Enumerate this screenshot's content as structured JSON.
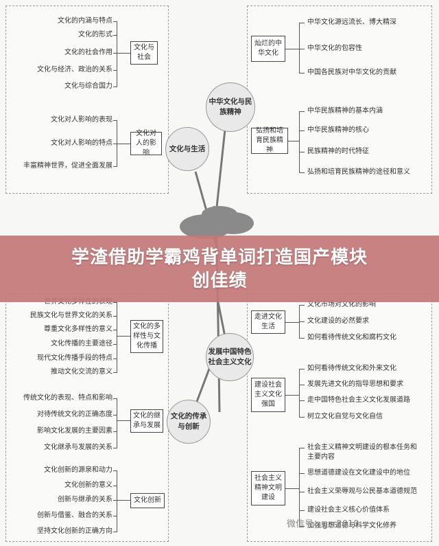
{
  "banner": {
    "line1": "学渣借助学霸鸡背单词打造国产模块",
    "line2": "创佳绩"
  },
  "watermark": "微信号：gzr2010",
  "centers": {
    "culture_life": "文化与生活",
    "chinese_culture": "中华文化与民族精神",
    "socialist_culture": "发展中国特色社会主义文化",
    "inherit_innovate": "文化的传承与创新"
  },
  "top_left": {
    "nodes": [
      {
        "label": "文化与社会",
        "leaves": [
          "文化的内涵与特点",
          "文化的形式",
          "文化的社会作用",
          "文化与经济、政治的关系",
          "文化与综合国力"
        ]
      },
      {
        "label": "文化对人的影响",
        "leaves": [
          "文化对人影响的表现",
          "文化对人影响的特点",
          "丰富精神世界，促进全面发展"
        ]
      }
    ]
  },
  "top_right": {
    "nodes": [
      {
        "label": "灿烂的中华文化",
        "leaves": [
          "中华文化源远流长、博大精深",
          "中华文化的包容性",
          "中国各民族对中华文化的贡献"
        ]
      },
      {
        "label": "弘扬和培育民族精神",
        "leaves": [
          "中华民族精神的基本内涵",
          "中华民族精神的核心",
          "民族精神的时代特征",
          "弘扬和培育民族精神的途径和意义"
        ]
      }
    ]
  },
  "bottom_left": {
    "nodes": [
      {
        "label": "文化的多样性与文化传播",
        "leaves": [
          "世界文化多样性的表现",
          "民族文化与世界文化的关系",
          "尊重文化多样性的意义",
          "文化传播的主要途径",
          "现代文化传播手段的特点",
          "推动文化交流的意义"
        ]
      },
      {
        "label": "文化的继承与发展",
        "leaves": [
          "传统文化的表现、特点和影响",
          "对待传统文化的正确态度",
          "影响文化发展的主要因素",
          "文化继承与发展的关系"
        ]
      },
      {
        "label": "文化创新",
        "leaves": [
          "文化创新的源泉和动力",
          "文化创新的意义",
          "创新与继承的关系",
          "创新与借鉴、融合的关系",
          "坚持文化创新的正确方向"
        ]
      }
    ]
  },
  "bottom_right": {
    "nodes": [
      {
        "label": "走进文化生活",
        "leaves": [
          "文化市场对文化的影响",
          "文化建设的必然要求",
          "如何看待传统文化和腐朽文化"
        ]
      },
      {
        "label": "建设社会主义文化强国",
        "leaves": [
          "如何看待传统文化和外来文化",
          "发展先进文化的指导思想和要求",
          "走中国特色社会主义文化发展道路",
          "树立文化自觉与文化自信"
        ]
      },
      {
        "label": "社会主义精神文明建设",
        "leaves": [
          "社会主义精神文明建设的根本任务和主要内容",
          "思想道德建设在文化建设中的地位",
          "社会主义荣辱观与公民基本道德规范",
          "建设社会主义核心价值体系",
          "加强思想道德与科学文化修养"
        ]
      }
    ]
  }
}
